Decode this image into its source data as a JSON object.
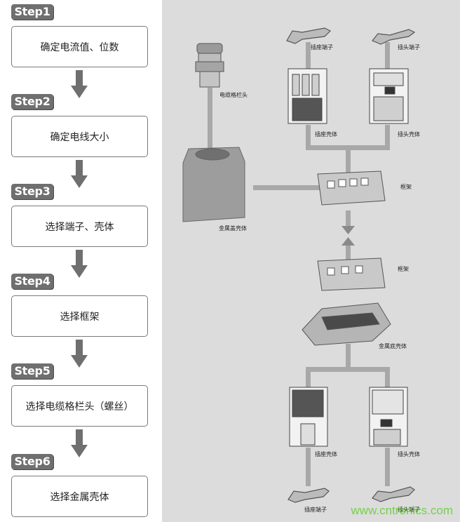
{
  "steps": [
    {
      "badge": "Step1",
      "text": "确定电流值、位数"
    },
    {
      "badge": "Step2",
      "text": "确定电线大小"
    },
    {
      "badge": "Step3",
      "text": "选择端子、壳体"
    },
    {
      "badge": "Step4",
      "text": "选择框架"
    },
    {
      "badge": "Step5",
      "text": "选择电缆格栏头（螺丝）"
    },
    {
      "badge": "Step6",
      "text": "选择金属壳体"
    }
  ],
  "diagram": {
    "labels": {
      "socket_terminal_top": "插座端子",
      "plug_terminal_top": "插头端子",
      "cable_gland": "电缆格栏头",
      "socket_housing_top": "插座壳体",
      "plug_housing_top": "插头壳体",
      "frame_top": "框架",
      "metal_cover": "金属盖壳体",
      "frame_bottom": "框架",
      "metal_base": "金属底壳体",
      "socket_housing_bottom": "插座壳体",
      "plug_housing_bottom": "插头壳体",
      "socket_terminal_bottom": "插座端子",
      "plug_terminal_bottom": "插头端子"
    },
    "colors": {
      "connector": "#a8a8a8",
      "panel": "#dcdcdc",
      "badge": "#6f6f6f"
    }
  },
  "watermark": "www.cntronics.com"
}
